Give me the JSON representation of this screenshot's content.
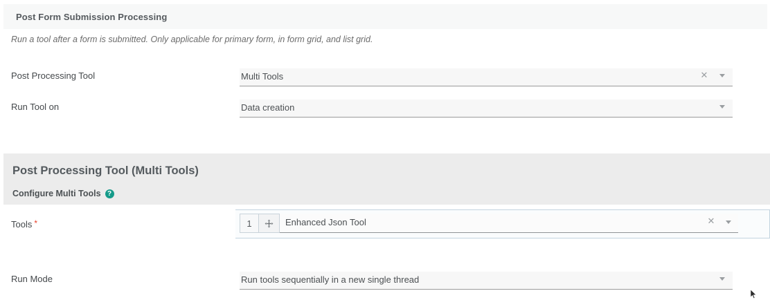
{
  "section_one": {
    "title": "Post Form Submission Processing",
    "description": "Run a tool after a form is submitted. Only applicable for primary form, in form grid, and list grid.",
    "fields": [
      {
        "label": "Post Processing Tool",
        "value": "Multi Tools",
        "clear_icon": "close-icon",
        "caret_icon": "chevron-down-icon",
        "has_clear": true
      },
      {
        "label": "Run Tool on",
        "value": "Data creation",
        "caret_icon": "chevron-down-icon",
        "has_clear": false
      }
    ]
  },
  "section_two": {
    "title": "Post Processing Tool (Multi Tools)",
    "subtitle": "Configure Multi Tools",
    "help_icon": "help-circle-icon",
    "help_glyph": "?",
    "tools_field": {
      "label": "Tools",
      "required_marker": "*",
      "row_index": "1",
      "drag_handle_icon": "move-arrows-icon",
      "value": "Enhanced Json Tool",
      "clear_icon": "close-icon",
      "caret_icon": "chevron-down-icon"
    },
    "run_mode_field": {
      "label": "Run Mode",
      "value": "Run tools sequentially in a new single thread",
      "caret_icon": "chevron-down-icon"
    }
  },
  "icons": {
    "close_glyph": "✕"
  },
  "colors": {
    "accent_teal": "#159b8a",
    "required_red": "#e8402a",
    "band_light": "#f7f8f8",
    "band_grey": "#ececec",
    "focus_border": "#c3d4e0"
  }
}
